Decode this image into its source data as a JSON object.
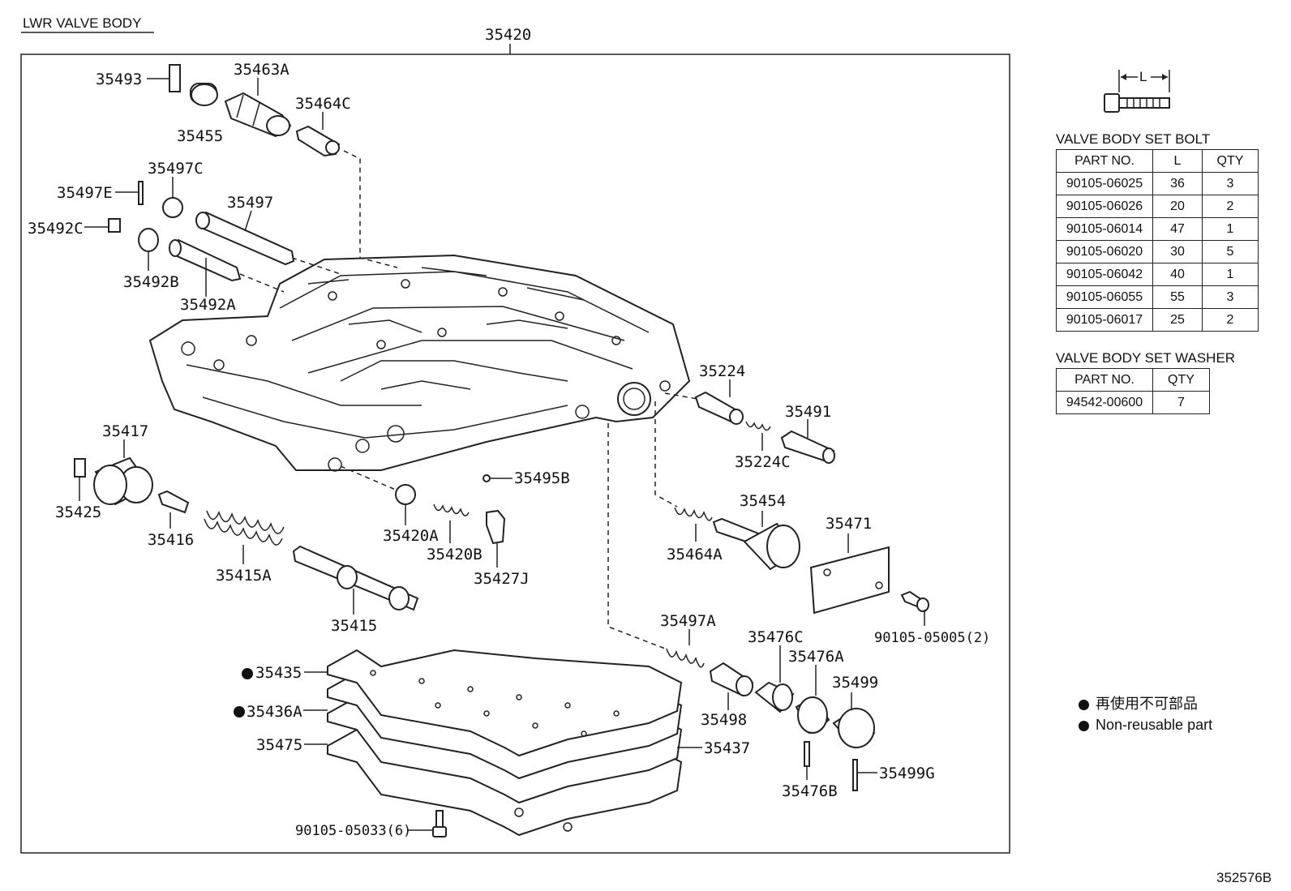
{
  "header": {
    "section_title": "LWR VALVE BODY",
    "assembly_number": "35420"
  },
  "callouts": {
    "p35493": "35493",
    "p35463A": "35463A",
    "p35455": "35455",
    "p35464C": "35464C",
    "p35497C": "35497C",
    "p35497E": "35497E",
    "p35497": "35497",
    "p35492C": "35492C",
    "p35492B": "35492B",
    "p35492A": "35492A",
    "p35224": "35224",
    "p35491": "35491",
    "p35224C": "35224C",
    "p35417": "35417",
    "p35425": "35425",
    "p35416": "35416",
    "p35415A": "35415A",
    "p35415": "35415",
    "p35495B": "35495B",
    "p35420A": "35420A",
    "p35420B": "35420B",
    "p35427J": "35427J",
    "p35454": "35454",
    "p35471": "35471",
    "p35464A": "35464A",
    "p90105_05005": "90105-05005(2)",
    "p35497A": "35497A",
    "p35476C": "35476C",
    "p35476A": "35476A",
    "p35499": "35499",
    "p35435": "35435",
    "p35436A": "35436A",
    "p35475": "35475",
    "p35437": "35437",
    "p35498": "35498",
    "p35476B": "35476B",
    "p35499G": "35499G",
    "p90105_05033": "90105-05033(6)"
  },
  "bolt_table": {
    "title": "VALVE BODY SET BOLT",
    "dimension_label": "L",
    "columns": [
      "PART NO.",
      "L",
      "QTY"
    ],
    "rows": [
      [
        "90105-06025",
        "36",
        "3"
      ],
      [
        "90105-06026",
        "20",
        "2"
      ],
      [
        "90105-06014",
        "47",
        "1"
      ],
      [
        "90105-06020",
        "30",
        "5"
      ],
      [
        "90105-06042",
        "40",
        "1"
      ],
      [
        "90105-06055",
        "55",
        "3"
      ],
      [
        "90105-06017",
        "25",
        "2"
      ]
    ]
  },
  "washer_table": {
    "title": "VALVE BODY SET WASHER",
    "columns": [
      "PART NO.",
      "QTY"
    ],
    "rows": [
      [
        "94542-00600",
        "7"
      ]
    ]
  },
  "legend": {
    "line1": "再使用不可部品",
    "line2": "Non-reusable part"
  },
  "footer": {
    "drawing_id": "352576B"
  }
}
